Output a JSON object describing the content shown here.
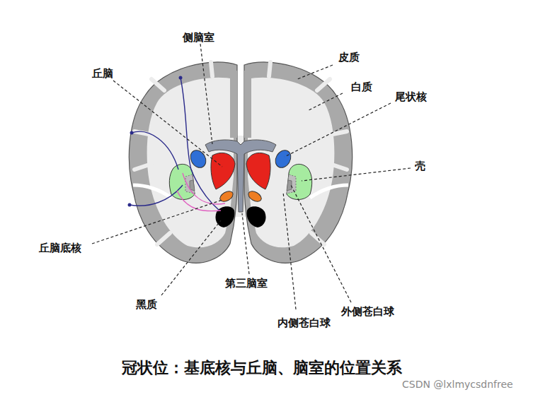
{
  "diagram": {
    "title": "冠状位：基底核与丘脑、脑室的位置关系",
    "labels": [
      "侧脑室",
      "丘脑",
      "皮质",
      "白质",
      "尾状核",
      "壳",
      "丘脑底核",
      "黑质",
      "第三脑室",
      "内侧苍白球",
      "外侧苍白球",
      "CSDN @lxlmycsdnfree"
    ]
  }
}
